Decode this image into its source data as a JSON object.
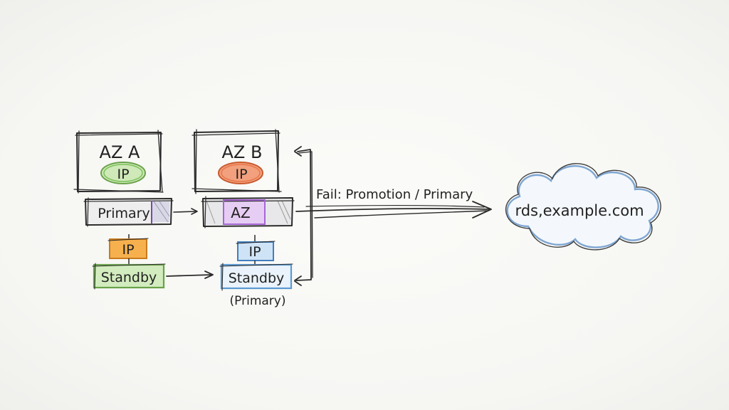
{
  "diagram": {
    "az_a": {
      "title": "AZ A",
      "ip": "IP"
    },
    "az_b": {
      "title": "AZ B",
      "ip": "IP"
    },
    "primary_a": "Primary",
    "primary_b": "AZ",
    "standby_a": {
      "ip": "IP",
      "label": "Standby"
    },
    "standby_b": {
      "ip": "IP",
      "label": "Standby",
      "note": "(Primary)"
    },
    "failover_label": "Fail: Promotion / Primary",
    "endpoint": "rds,example.com"
  },
  "colors": {
    "ink": "#2b2b2b",
    "ip_a": "#7cc05a",
    "ip_b": "#e8764a",
    "primary_b": "#b98ad8",
    "standby_a_ip": "#f0a33c",
    "standby_a": "#8bc56a",
    "standby_b": "#6aa8d8",
    "cloud": "#8fb3d9"
  }
}
